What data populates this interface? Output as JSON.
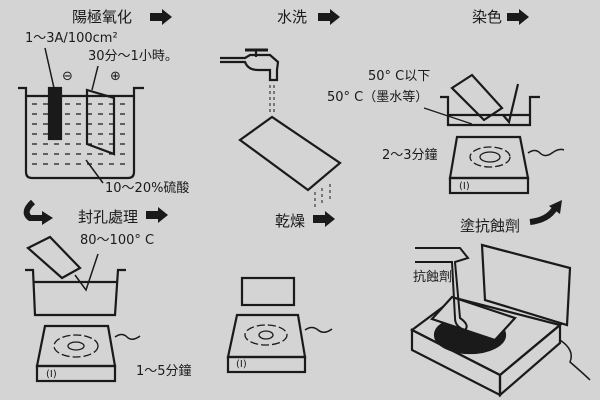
{
  "steps": {
    "anodize": {
      "title": "陽極氧化",
      "current": "1～3A/100cm²",
      "time": "30分～1小時。",
      "cathode_sign": "⊖",
      "anode_sign": "⊕",
      "acid": "10～20%硫酸"
    },
    "rinse": {
      "title": "水洗"
    },
    "dye": {
      "title": "染色",
      "temp_upper": "50° C以下",
      "temp": "50° C（墨水等）",
      "time": "2～3分鐘"
    },
    "seal": {
      "title": "封孔處理",
      "temp": "80～100° C",
      "time": "1～5分鐘"
    },
    "dry": {
      "title": "乾燥"
    },
    "resist": {
      "title": "塗抗蝕劑",
      "agent": "抗蝕劑"
    }
  },
  "hotplate_mark": "(I)"
}
